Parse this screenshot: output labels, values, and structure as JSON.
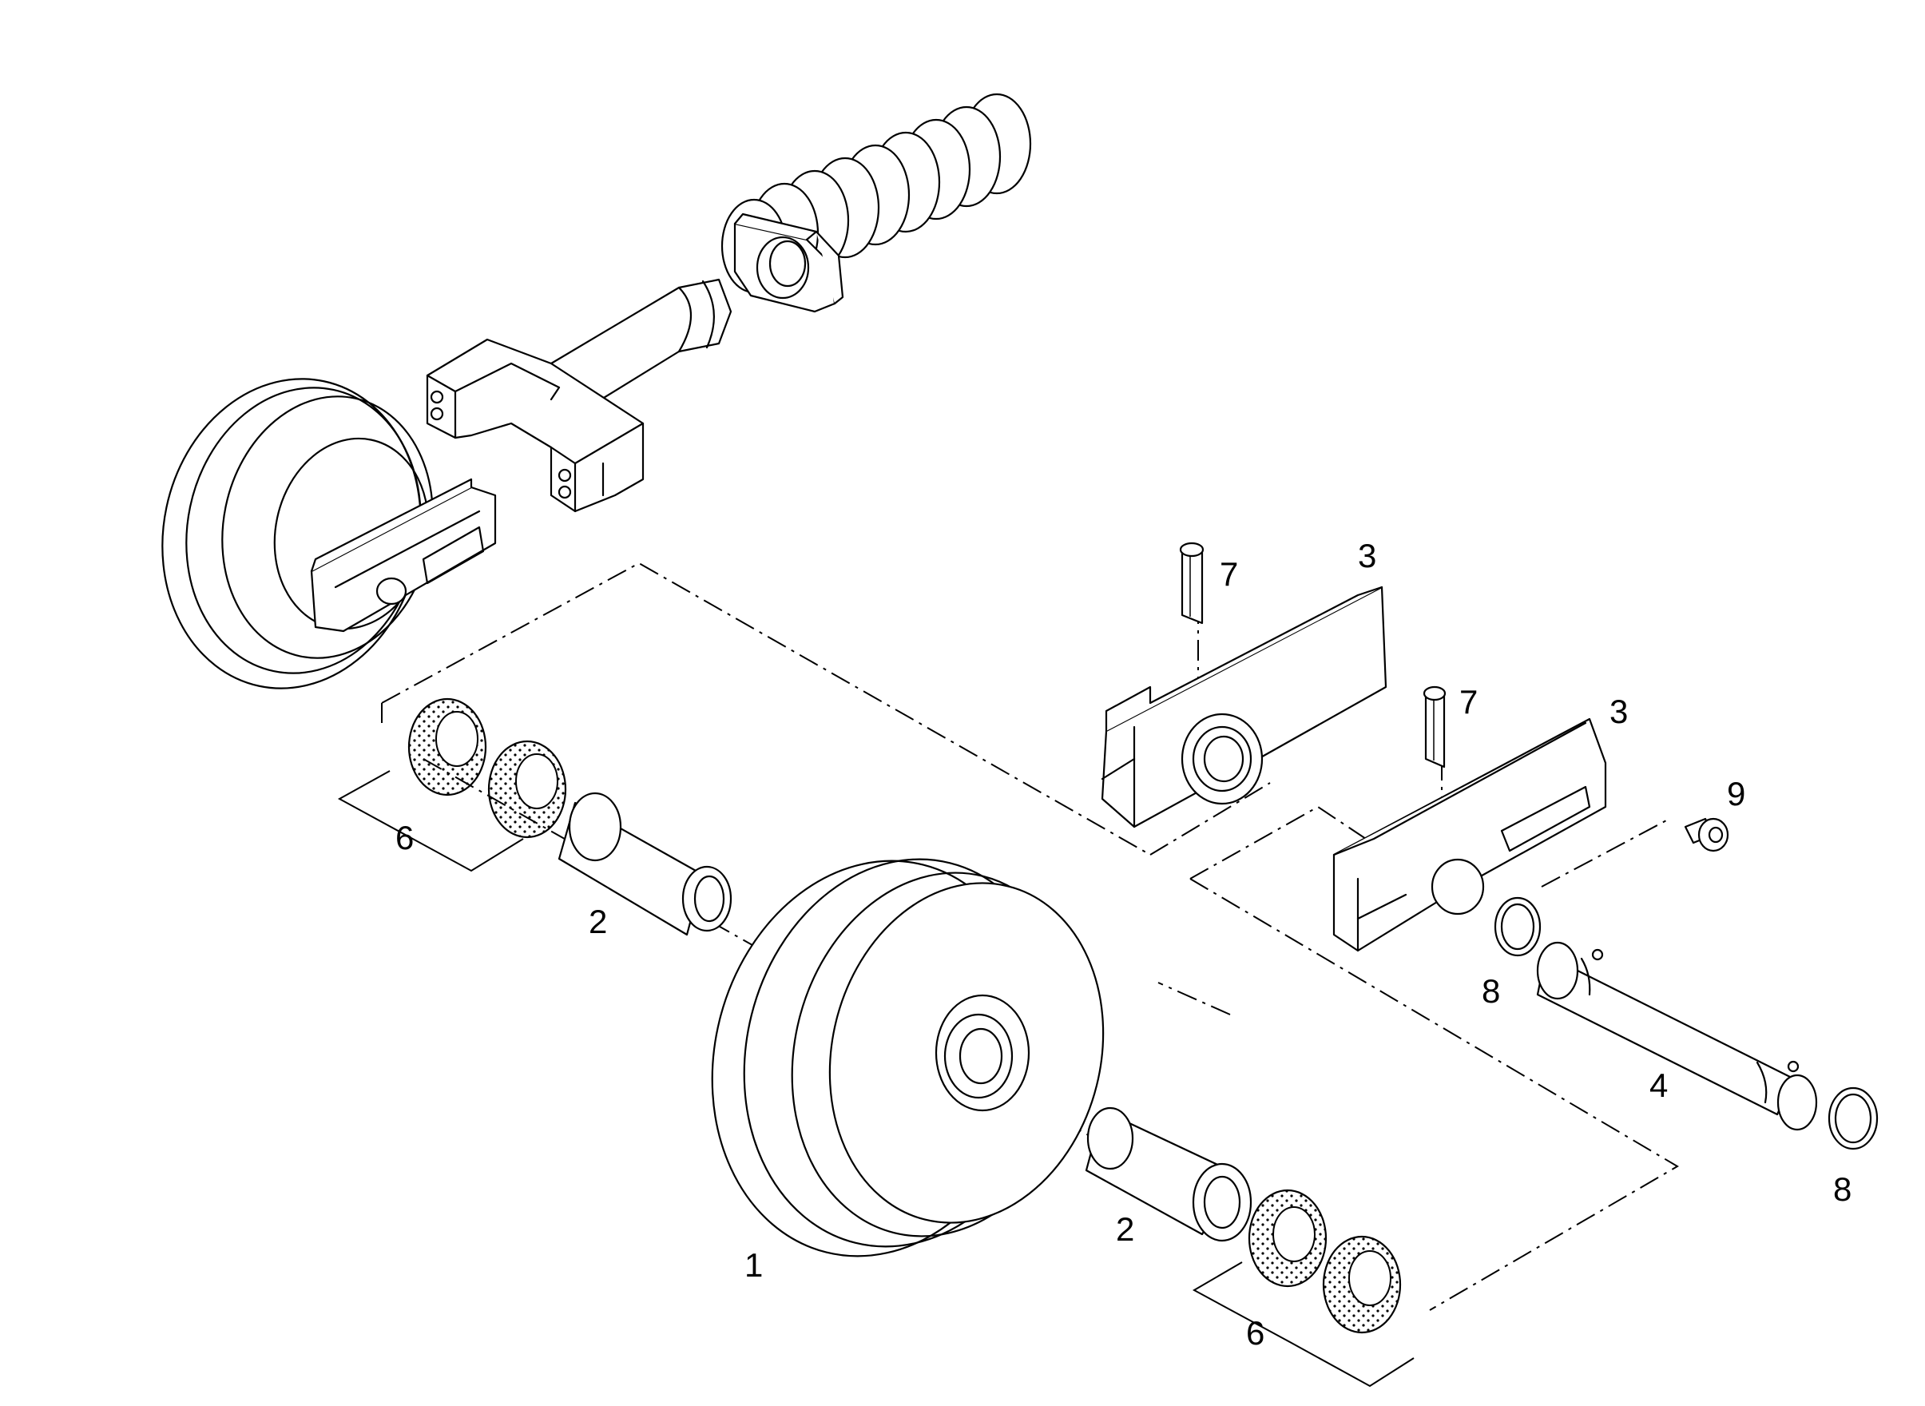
{
  "callouts": {
    "c1": "1",
    "c2a": "2",
    "c2b": "2",
    "c3a": "3",
    "c3b": "3",
    "c4": "4",
    "c6a": "6",
    "c6b": "6",
    "c7a": "7",
    "c7b": "7",
    "c8a": "8",
    "c8b": "8",
    "c9": "9"
  }
}
